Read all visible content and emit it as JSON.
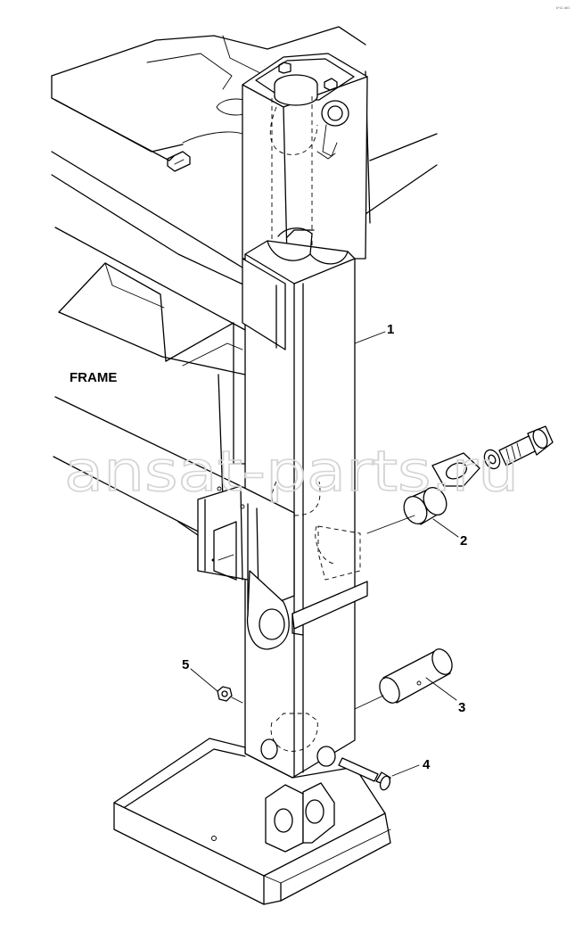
{
  "watermark": "ansat-parts.ru",
  "corner_code": "k*11 a01",
  "frame_label": "FRAME",
  "callouts": [
    {
      "id": "1",
      "text": "1"
    },
    {
      "id": "2",
      "text": "2"
    },
    {
      "id": "3",
      "text": "3"
    },
    {
      "id": "4",
      "text": "4"
    },
    {
      "id": "5",
      "text": "5"
    }
  ],
  "colors": {
    "line": "#000000",
    "background": "#ffffff",
    "watermark": "#d4d4d4"
  }
}
